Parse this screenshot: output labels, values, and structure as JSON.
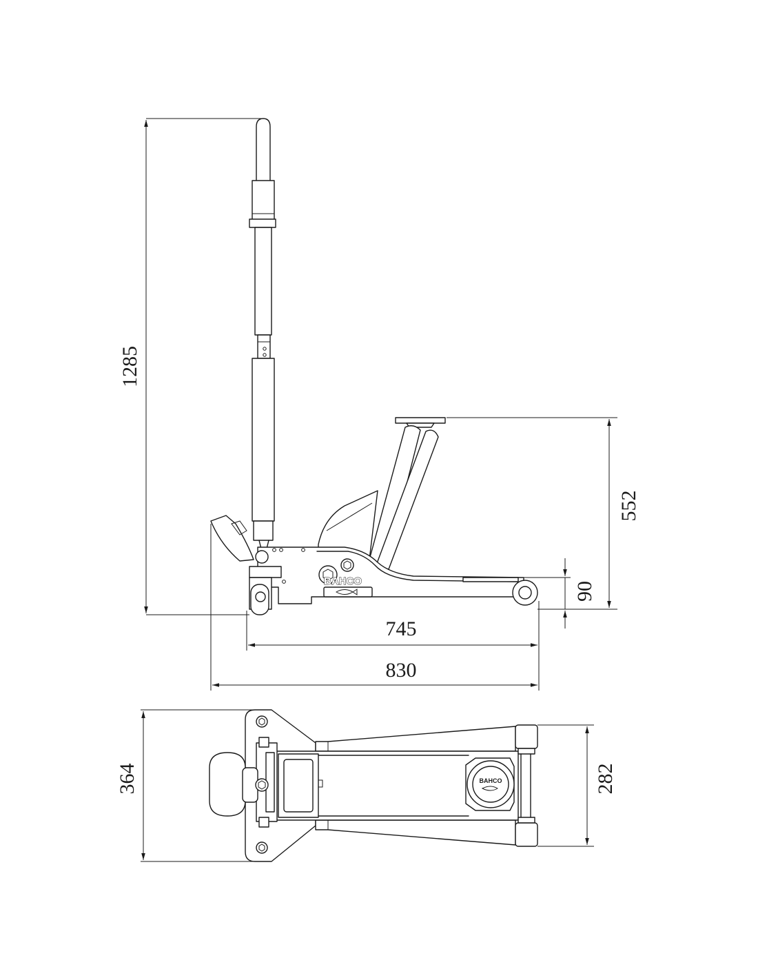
{
  "brand": "BAHCO",
  "dimensions": {
    "overall_height": "1285",
    "max_lift_height": "552",
    "min_height": "90",
    "wheelbase_length": "745",
    "overall_length": "830",
    "overall_width": "364",
    "wheel_track_width": "282"
  }
}
